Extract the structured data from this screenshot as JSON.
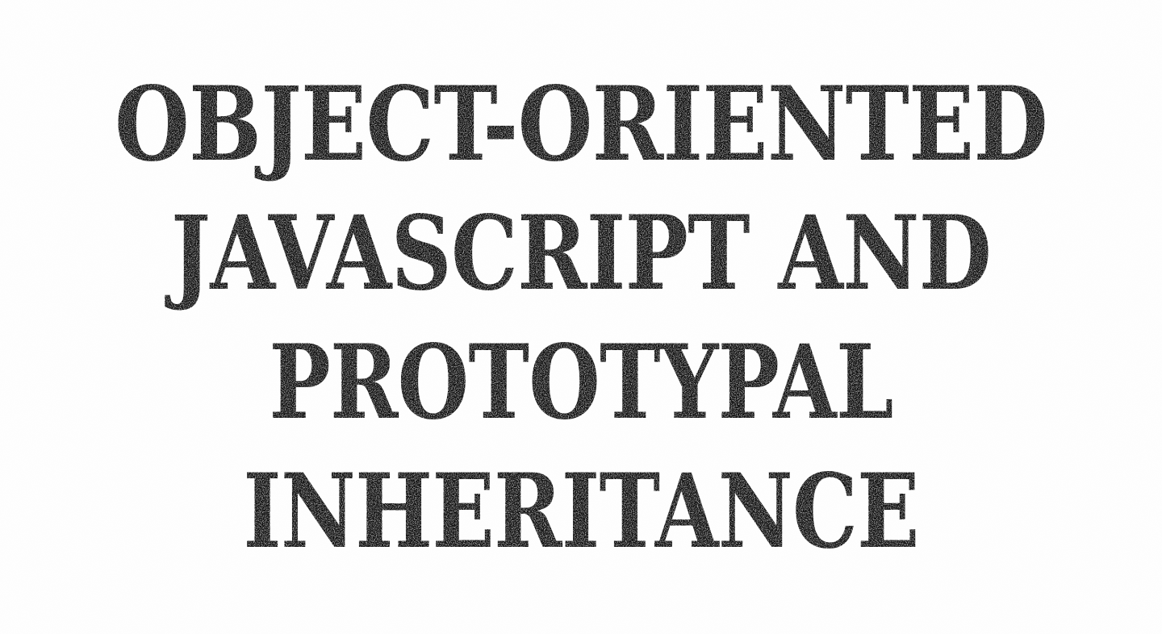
{
  "title": {
    "lines": [
      "OBJECT-ORIENTED",
      "JAVASCRIPT AND",
      "PROTOTYPAL",
      "INHERITANCE"
    ]
  },
  "colors": {
    "background": "#fdfdfd",
    "text": "#111111"
  }
}
